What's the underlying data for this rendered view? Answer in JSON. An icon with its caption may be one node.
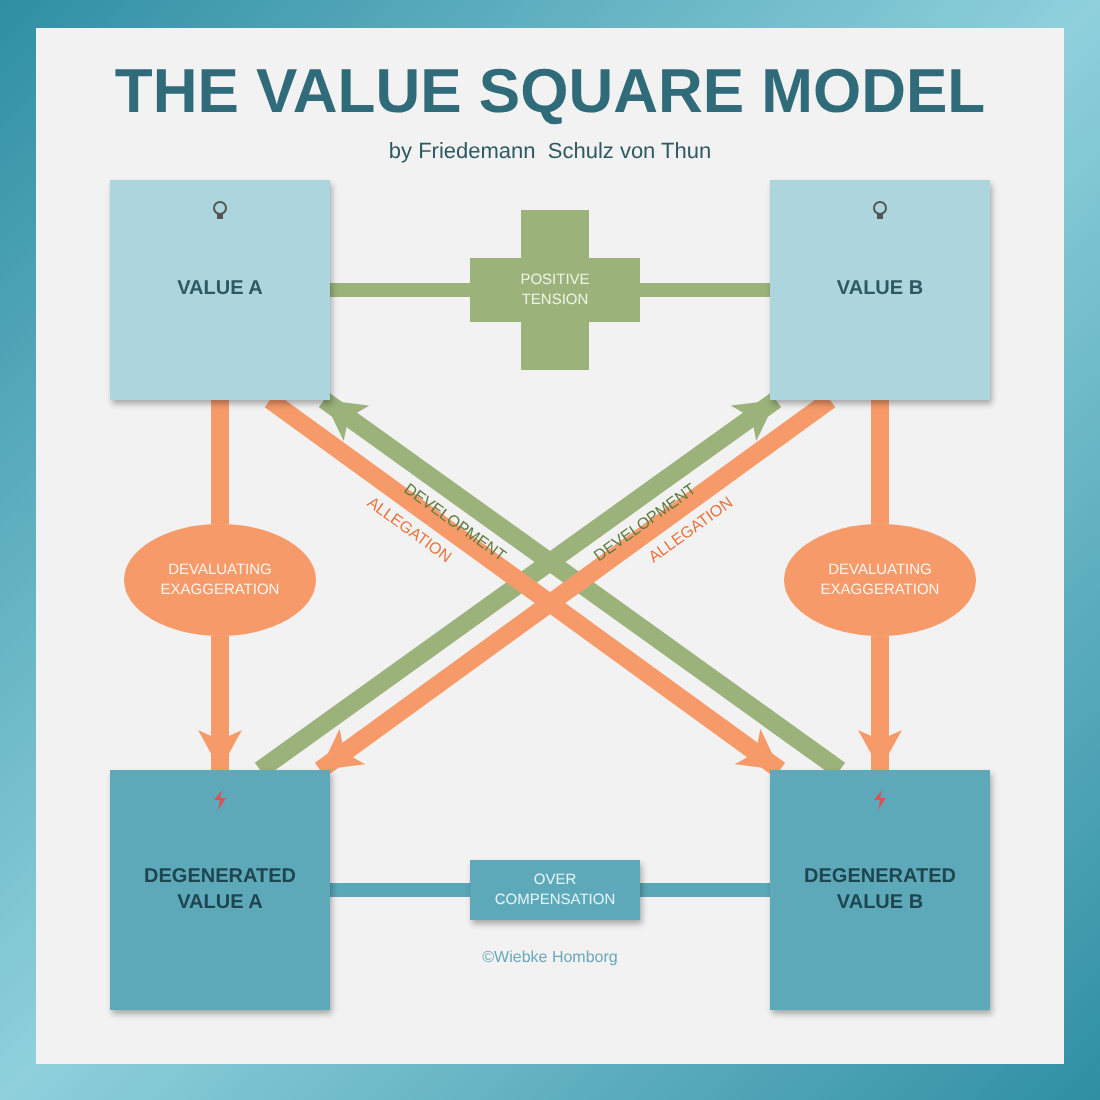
{
  "diagram": {
    "title": "THE VALUE SQUARE MODEL",
    "nodes": [
      {
        "text": [
          "VALUE A"
        ]
      },
      {
        "text": [
          "POSITIVE TENSION"
        ]
      },
      {
        "text": [
          "VALUE B"
        ]
      },
      {
        "text": [
          "DEVALUATING EXAGGERATION"
        ]
      },
      {
        "text": [
          "DEVALUATING EXAGGERATION"
        ]
      },
      {
        "text": [
          "DEGENERATED VALUE A"
        ]
      },
      {
        "text": [
          "OVER COMPENSATION"
        ]
      },
      {
        "text": [
          "DEGENERATED VALUE B"
        ]
      }
    ],
    "edges": [
      {
        "from": 0,
        "to": 1,
        "arrow": "none",
        "color": "#9bb27a"
      },
      {
        "from": 1,
        "to": 2,
        "arrow": "none",
        "color": "#9bb27a"
      },
      {
        "from": 0,
        "to": 3,
        "arrow": "none"
      },
      {
        "from": 3,
        "to": 5,
        "arrow": "to"
      },
      {
        "from": 2,
        "to": 4,
        "arrow": "none"
      },
      {
        "from": 4,
        "to": 7,
        "arrow": "to"
      },
      {
        "from": 7,
        "to": 0,
        "arrow": "to",
        "label": "DEVELOPMENT",
        "color": "#9bb27a"
      },
      {
        "from": 5,
        "to": 2,
        "arrow": "to",
        "label": "DEVELOPMENT",
        "color": "#9bb27a"
      },
      {
        "from": 0,
        "to": 7,
        "arrow": "to",
        "label": "ALLEGATION"
      },
      {
        "from": 2,
        "to": 5,
        "arrow": "to",
        "label": "ALLEGATION"
      },
      {
        "from": 5,
        "to": 6,
        "arrow": "none",
        "color": "#5aa7b8"
      },
      {
        "from": 6,
        "to": 7,
        "arrow": "none",
        "color": "#5aa7b8"
      }
    ],
    "labels": [
      "by Friedemann  Schulz von Thun",
      "©Wiebke Homborg"
    ]
  }
}
